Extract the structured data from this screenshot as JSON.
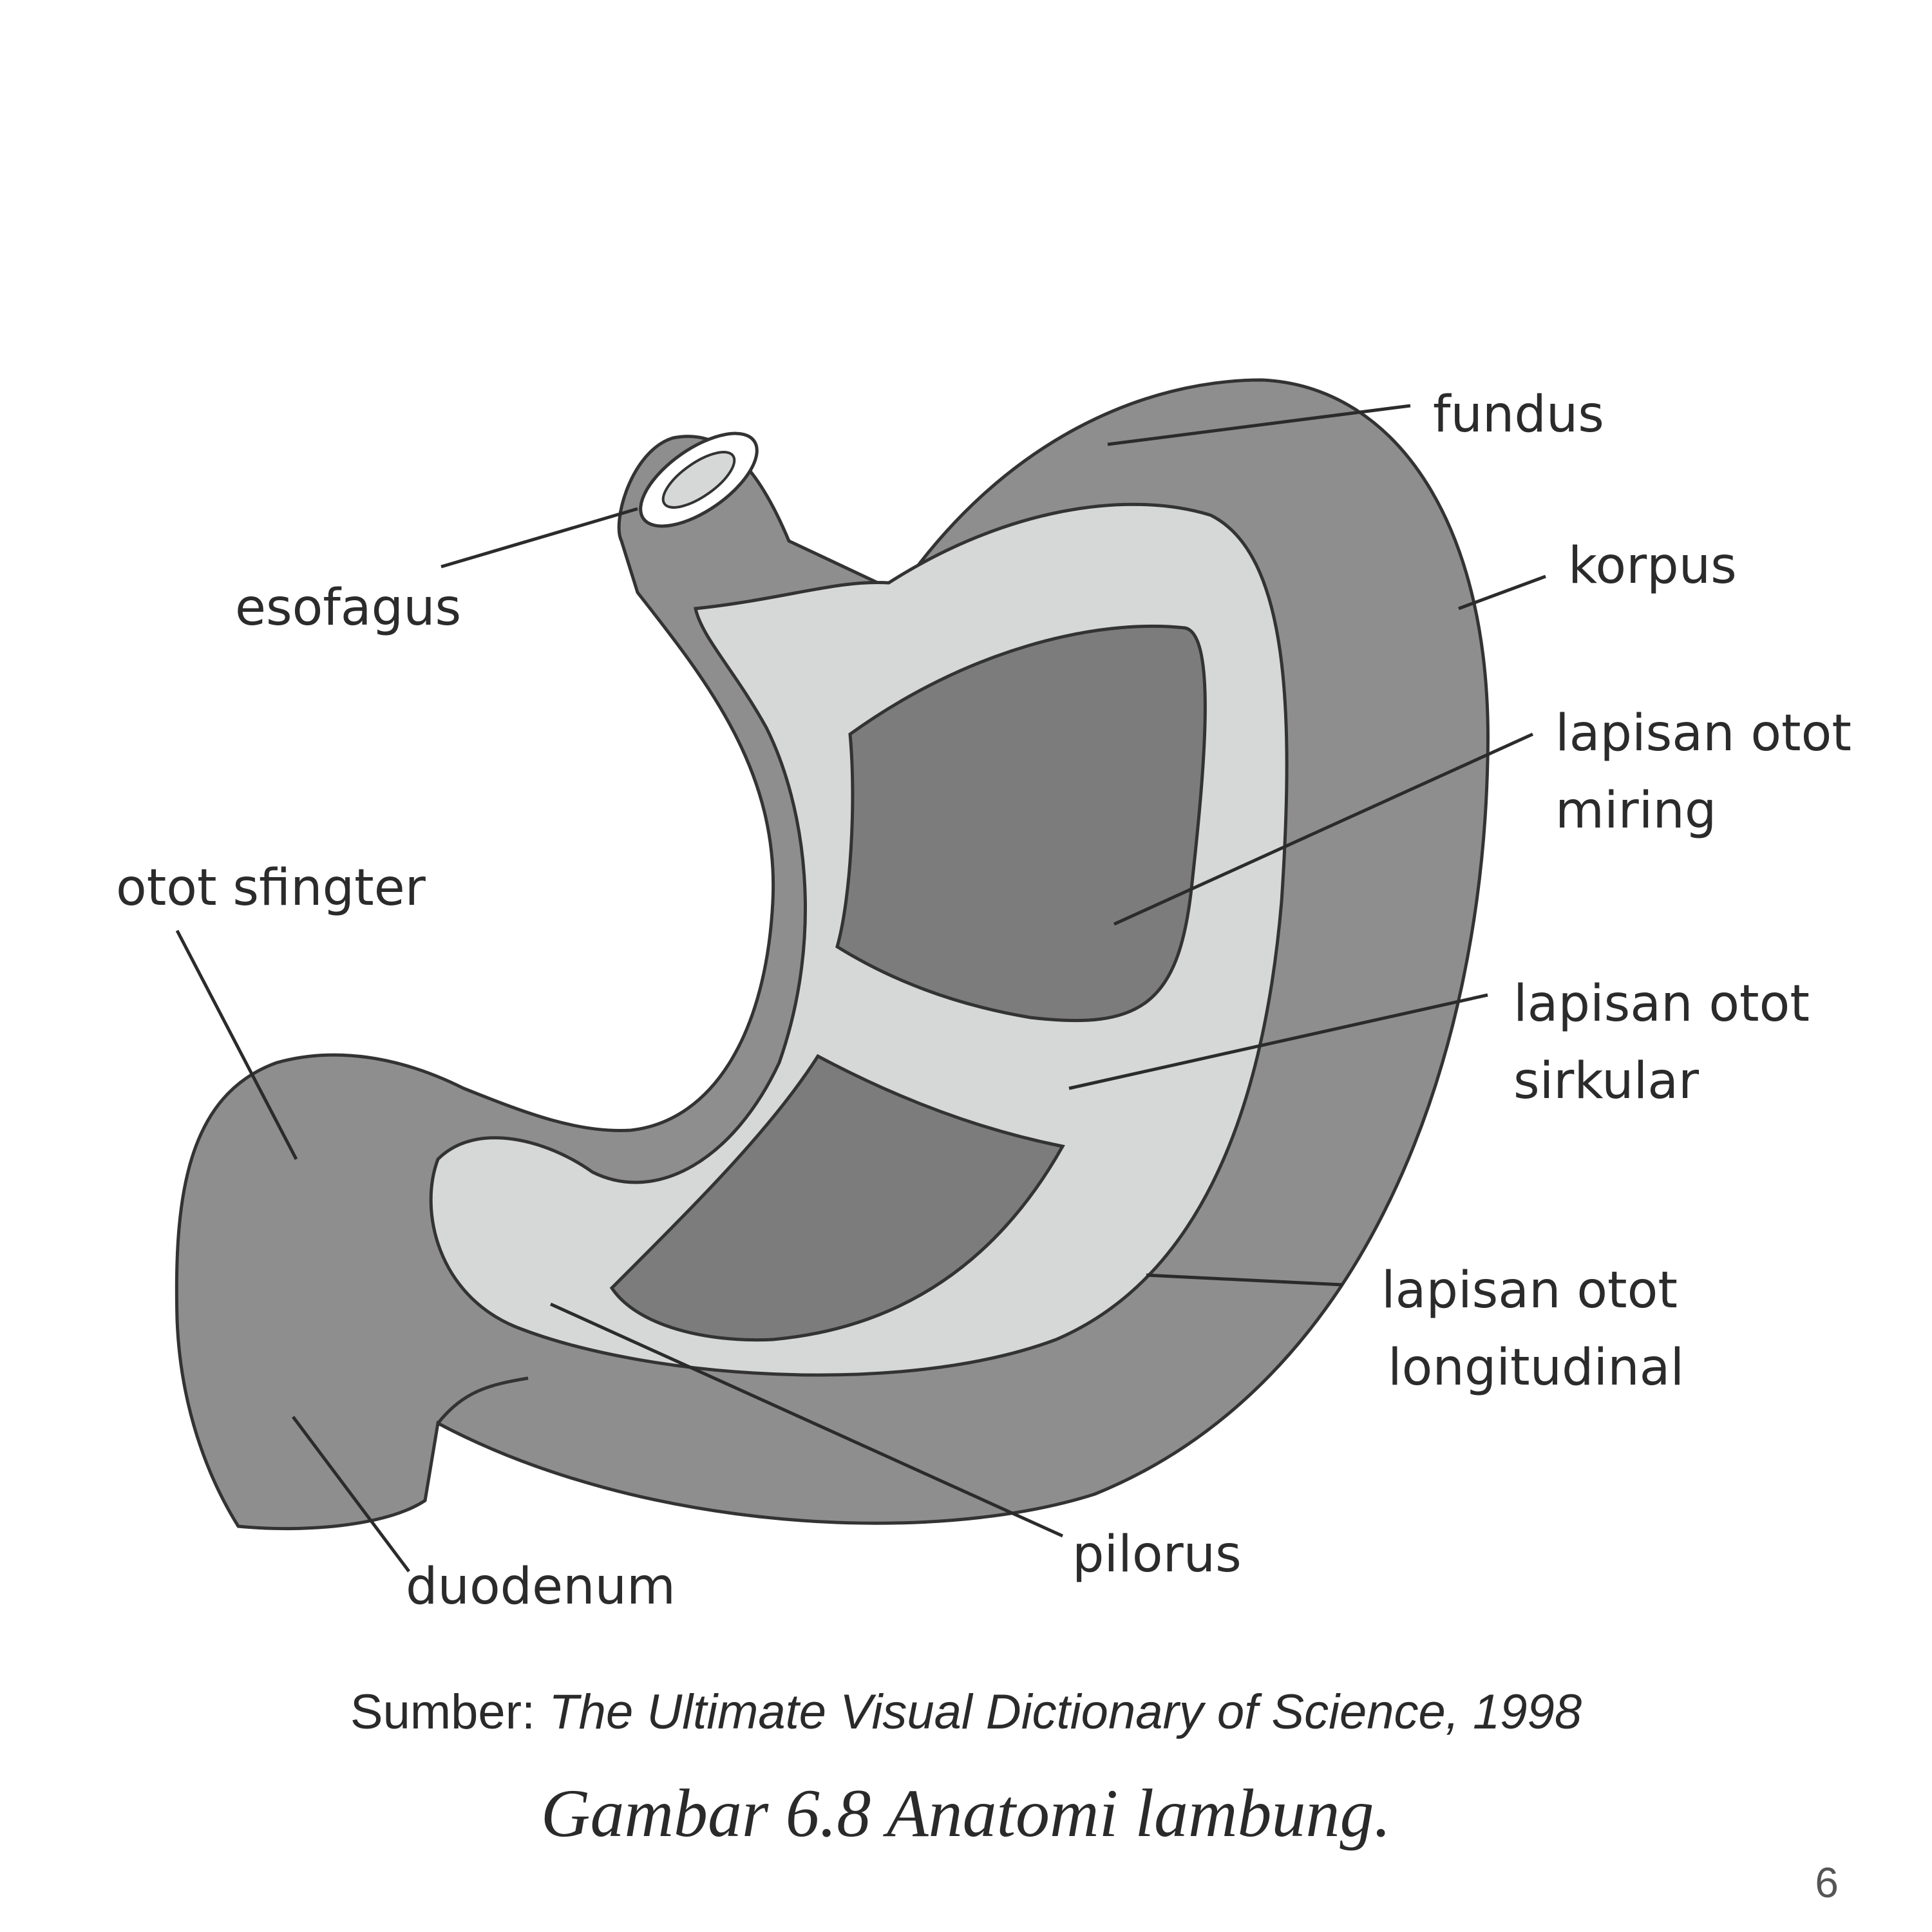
{
  "labels": {
    "fundus": "fundus",
    "korpus": "korpus",
    "esofagus": "esofagus",
    "miring_1": "lapisan  otot",
    "miring_2": "miring",
    "sirkular_1": "lapisan  otot",
    "sirkular_2": "sirkular",
    "sfingter": "otot  sfingter",
    "longitudinal_1": "lapisan  otot",
    "longitudinal_2": "longitudinal",
    "pilorus": "pilorus",
    "duodenum": "duodenum"
  },
  "source": {
    "prefix": "Sumber:",
    "title": "The Ultimate Visual Dictionary of Science, 1998"
  },
  "caption": "Gambar 6.8  Anatomi lambung.",
  "page_number": "6",
  "colors": {
    "outer_layer": "#8e8e8e",
    "middle_layer": "#d6d8d8",
    "inner_layer": "#7c7c7c",
    "outline": "#333333",
    "leader_line": "#2b2b2b"
  }
}
